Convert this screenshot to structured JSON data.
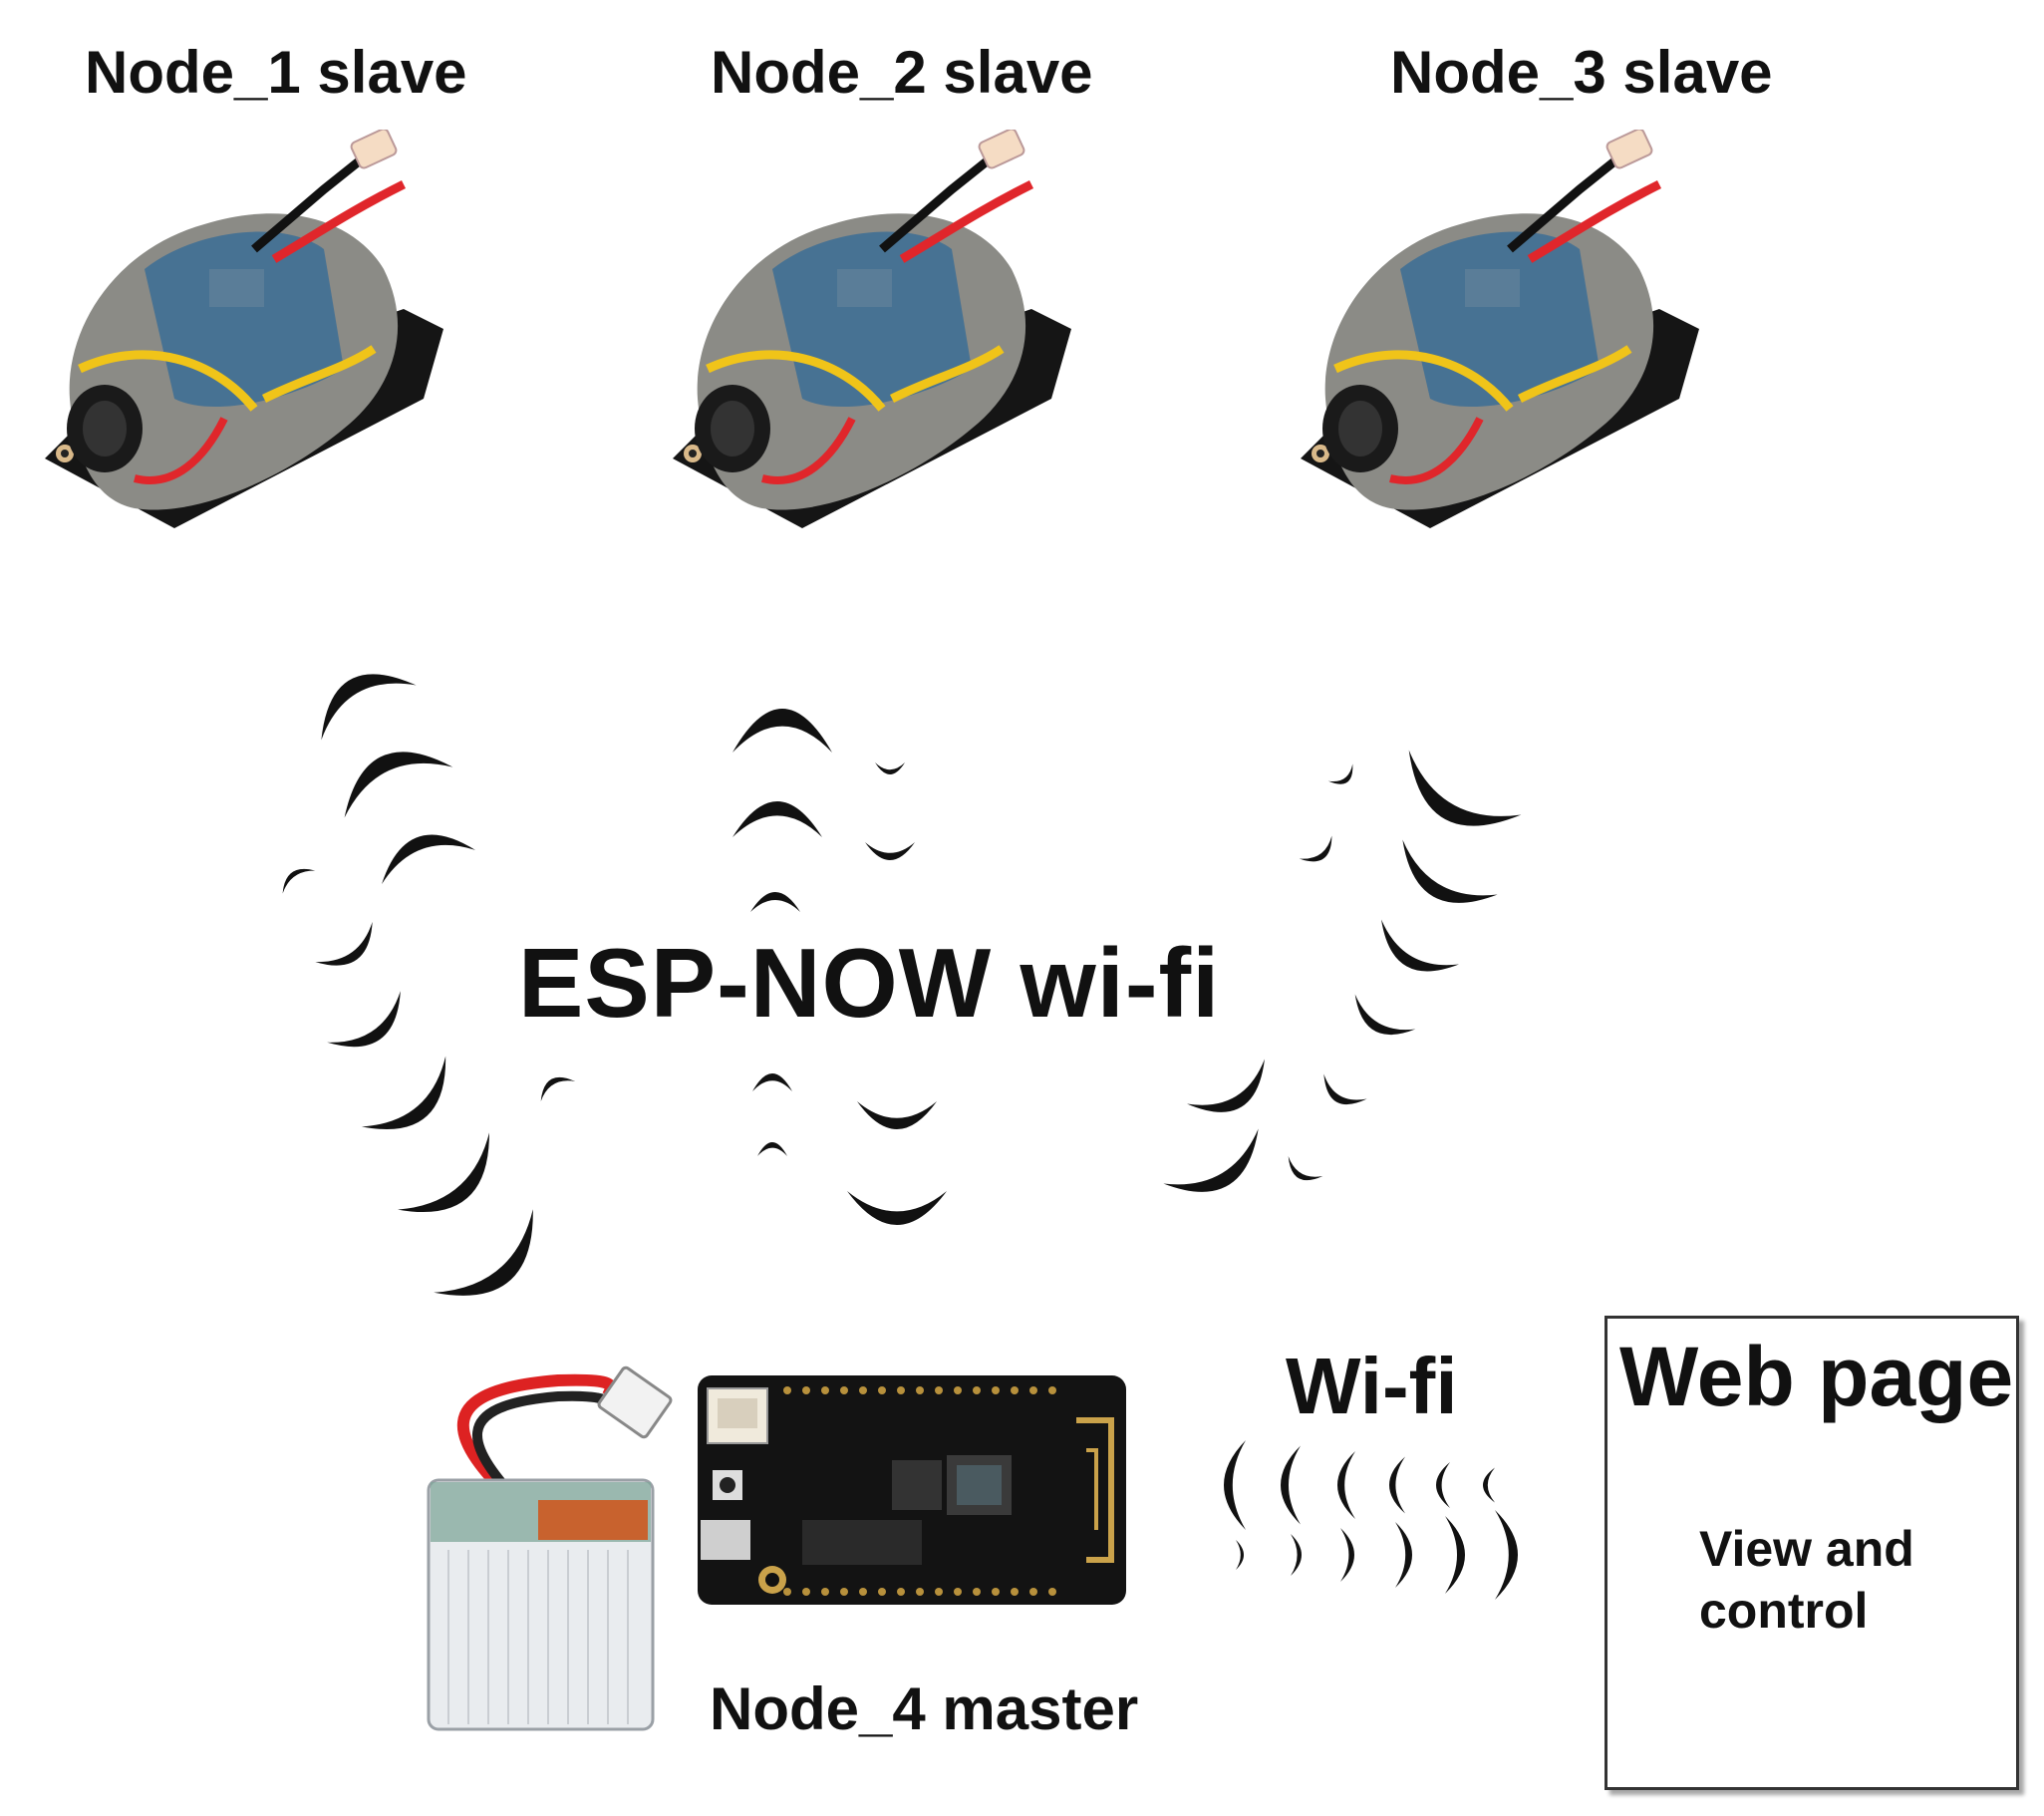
{
  "diagram": {
    "nodes": [
      {
        "label": "Node_1 slave"
      },
      {
        "label": "Node_2 slave"
      },
      {
        "label": "Node_3 slave"
      }
    ],
    "link_label": "ESP-NOW wi-fi",
    "master_label": "Node_4 master",
    "wifi_label": "Wi-fi",
    "webpage": {
      "title": "Web page",
      "subtitle_line1": "View and",
      "subtitle_line2": "control"
    }
  }
}
